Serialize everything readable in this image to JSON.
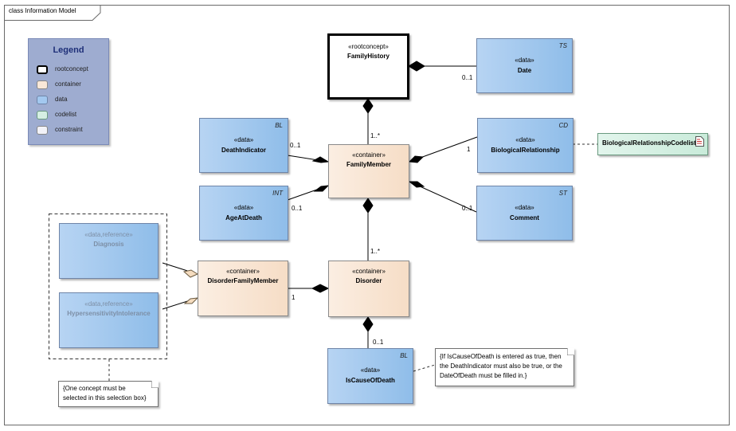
{
  "frame": {
    "title": "class Information Model"
  },
  "legend": {
    "title": "Legend",
    "items": [
      {
        "label": "rootconcept",
        "color": "#ffffff",
        "border": "#000000"
      },
      {
        "label": "container",
        "color": "#f9e8d8",
        "border": "#888888"
      },
      {
        "label": "data",
        "color": "#a3c8ef",
        "border": "#6f85a8"
      },
      {
        "label": "codelist",
        "color": "#d5efe3",
        "border": "#6a9a80"
      },
      {
        "label": "constraint",
        "color": "#f2f2f8",
        "border": "#888888"
      }
    ]
  },
  "classes": {
    "family_history": {
      "stereotype": "«rootconcept»",
      "name": "FamilyHistory"
    },
    "date": {
      "stereotype": "«data»",
      "name": "Date",
      "type": "TS"
    },
    "death_indicator": {
      "stereotype": "«data»",
      "name": "DeathIndicator",
      "type": "BL"
    },
    "family_member": {
      "stereotype": "«container»",
      "name": "FamilyMember"
    },
    "biological_relationship": {
      "stereotype": "«data»",
      "name": "BiologicalRelationship",
      "type": "CD"
    },
    "age_at_death": {
      "stereotype": "«data»",
      "name": "AgeAtDeath",
      "type": "INT"
    },
    "comment": {
      "stereotype": "«data»",
      "name": "Comment",
      "type": "ST"
    },
    "diagnosis": {
      "stereotype": "«data,reference»",
      "name": "Diagnosis"
    },
    "hypersensitivity": {
      "stereotype": "«data,reference»",
      "name": "HypersensitivityIntolerance"
    },
    "disorder_family_member": {
      "stereotype": "«container»",
      "name": "DisorderFamilyMember"
    },
    "disorder": {
      "stereotype": "«container»",
      "name": "Disorder"
    },
    "is_cause_of_death": {
      "stereotype": "«data»",
      "name": "IsCauseOfDeath",
      "type": "BL"
    }
  },
  "codelist": {
    "name": "BiologicalRelationshipCodelist"
  },
  "notes": {
    "selection": [
      "{One concept must be",
      "selected in this selection box}"
    ],
    "constraint": [
      "{If IsCauseOfDeath is entered as true, then",
      "the DeathIndicator must also be true, or the",
      "DateOfDeath must be filled in.}"
    ]
  },
  "multiplicities": {
    "date": "0..1",
    "family_member": "1..*",
    "death_indicator": "0..1",
    "biological_relationship": "1",
    "age_at_death": "0..1",
    "comment": "0..1",
    "disorder": "1..*",
    "disorder_family_member": "1",
    "is_cause_of_death": "0..1"
  }
}
